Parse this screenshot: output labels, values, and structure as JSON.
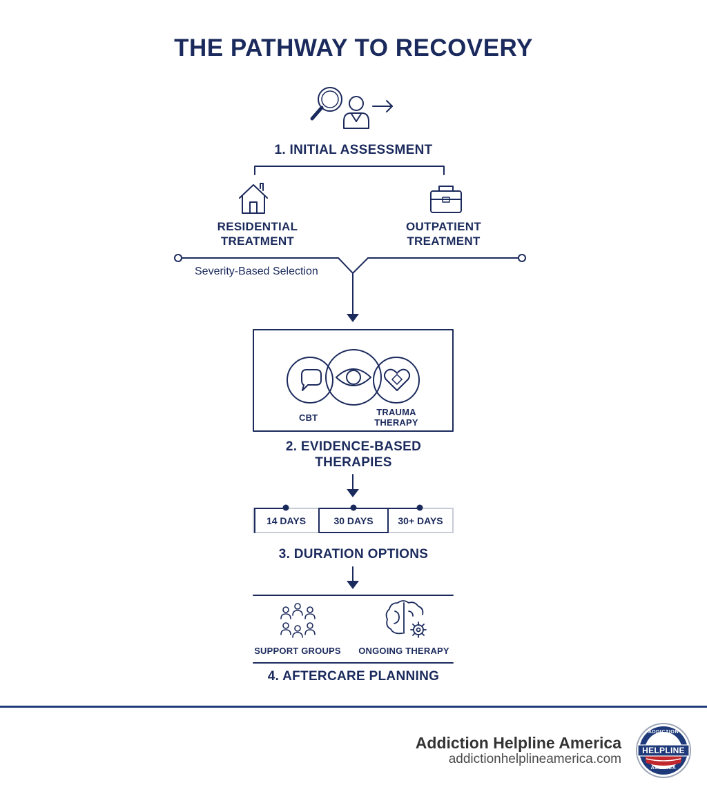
{
  "title": "THE PATHWAY TO RECOVERY",
  "steps": {
    "assessment": "1. INITIAL ASSESSMENT",
    "therapies_line1": "2. EVIDENCE-BASED",
    "therapies_line2": "THERAPIES",
    "duration": "3. DURATION OPTIONS",
    "aftercare": "4. AFTERCARE PLANNING"
  },
  "treatment": {
    "residential_line1": "RESIDENTIAL",
    "residential_line2": "TREATMENT",
    "outpatient_line1": "OUTPATIENT",
    "outpatient_line2": "TREATMENT",
    "selection_label": "Severity-Based Selection"
  },
  "therapies": {
    "cbt": "CBT",
    "trauma_line1": "TRAUMA",
    "trauma_line2": "THERAPY"
  },
  "durations": [
    "14 DAYS",
    "30 DAYS",
    "30+ DAYS"
  ],
  "aftercare": {
    "support": "SUPPORT GROUPS",
    "ongoing": "ONGOING THERAPY"
  },
  "footer": {
    "brand": "Addiction Helpline America",
    "url": "addictionhelplineamerica.com",
    "logo_text_top": "ADDICTION",
    "logo_text_mid": "HELPLINE",
    "logo_text_bottom": "AMERICA"
  },
  "colors": {
    "navy": "#1b2a5c",
    "accent_red": "#c0282d",
    "footer_rule": "#1f3a7a"
  },
  "icons": [
    "magnifier-icon",
    "person-icon",
    "arrow-right-icon",
    "house-icon",
    "briefcase-icon",
    "speech-bubble-icon",
    "eye-icon",
    "heart-icon",
    "people-group-icon",
    "brain-gear-icon"
  ]
}
